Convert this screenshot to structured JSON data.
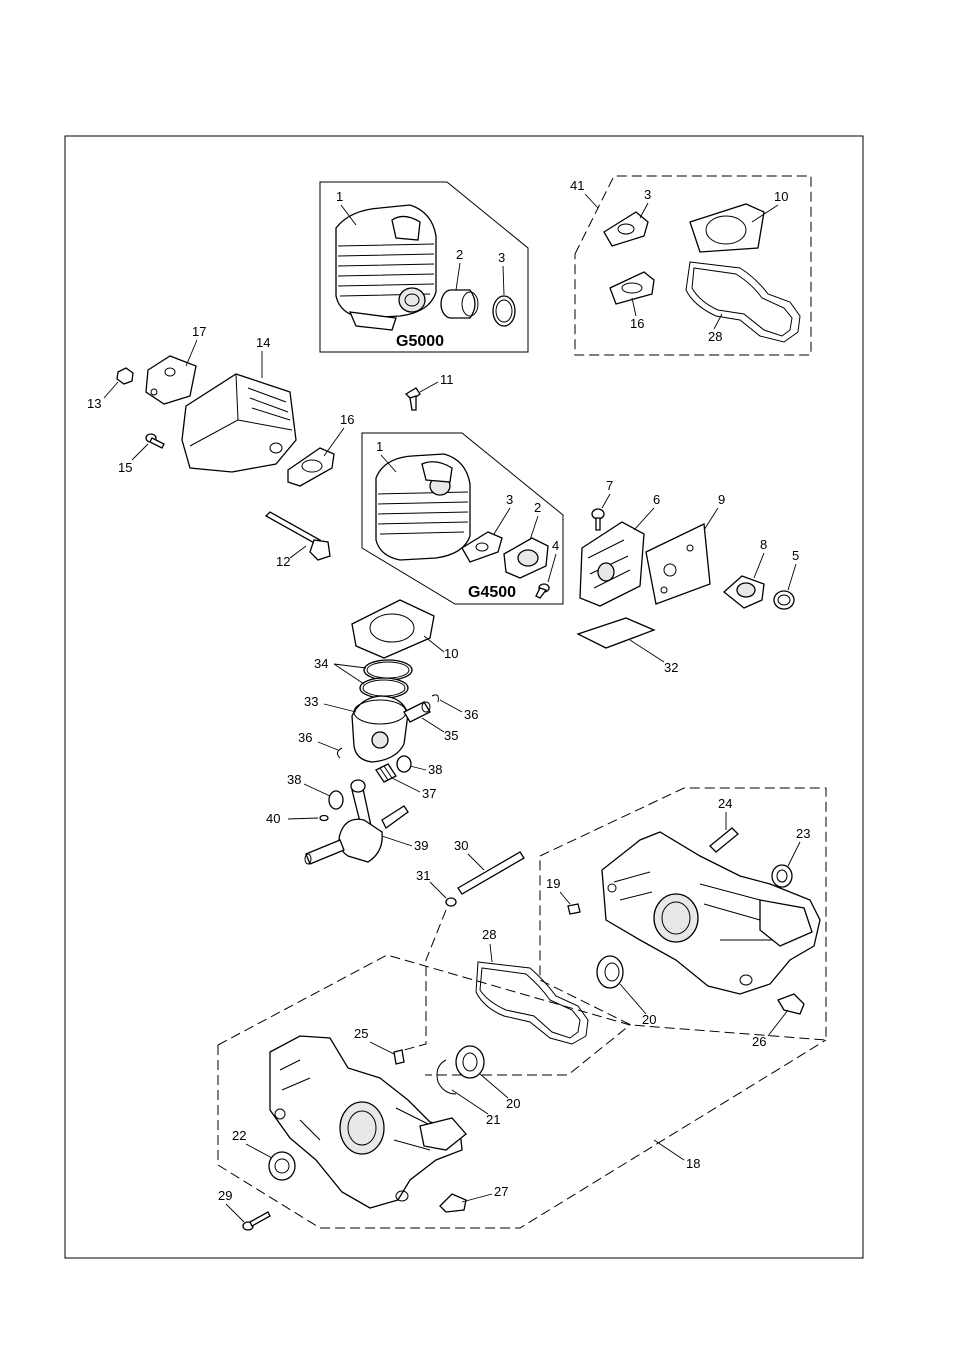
{
  "models": {
    "g5000": "G5000",
    "g4500": "G4500"
  },
  "callouts": {
    "c1_top": "1",
    "c2_top": "2",
    "c3_top": "3",
    "c41": "41",
    "c3_kit": "3",
    "c10_kit": "10",
    "c16_kit": "16",
    "c28_kit": "28",
    "c17": "17",
    "c14": "14",
    "c13": "13",
    "c15": "15",
    "c16": "16",
    "c11": "11",
    "c12": "12",
    "c1_mid": "1",
    "c3_mid": "3",
    "c2_mid": "2",
    "c4": "4",
    "c7": "7",
    "c6": "6",
    "c9": "9",
    "c8": "8",
    "c5": "5",
    "c32": "32",
    "c10": "10",
    "c34": "34",
    "c33": "33",
    "c36a": "36",
    "c35": "35",
    "c36b": "36",
    "c38a": "38",
    "c37": "37",
    "c38b": "38",
    "c40": "40",
    "c39": "39",
    "c30": "30",
    "c31": "31",
    "c24": "24",
    "c23": "23",
    "c19": "19",
    "c28": "28",
    "c20a": "20",
    "c26": "26",
    "c25": "25",
    "c20b": "20",
    "c21": "21",
    "c22": "22",
    "c18": "18",
    "c29": "29",
    "c27": "27"
  }
}
